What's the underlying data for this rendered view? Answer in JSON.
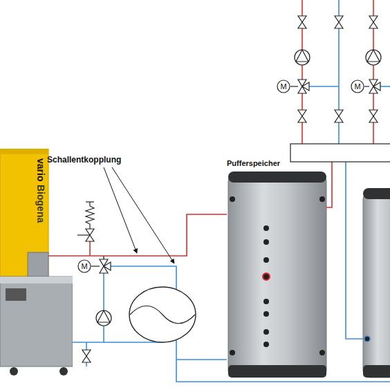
{
  "diagram": {
    "nodes": [
      {
        "text": [
          "vario",
          "Biogena"
        ]
      },
      {
        "text": [
          "Pufferspeicher"
        ]
      },
      {
        "text": [
          "M"
        ]
      },
      {
        "text": [
          "M"
        ]
      },
      {
        "text": [
          "M"
        ]
      }
    ],
    "edges": [
      {
        "from": 0,
        "to": 1,
        "arrow": "none"
      },
      {
        "from": 1,
        "to": 0,
        "arrow": "none"
      }
    ],
    "labels": [
      "Schallentkopplung"
    ]
  }
}
